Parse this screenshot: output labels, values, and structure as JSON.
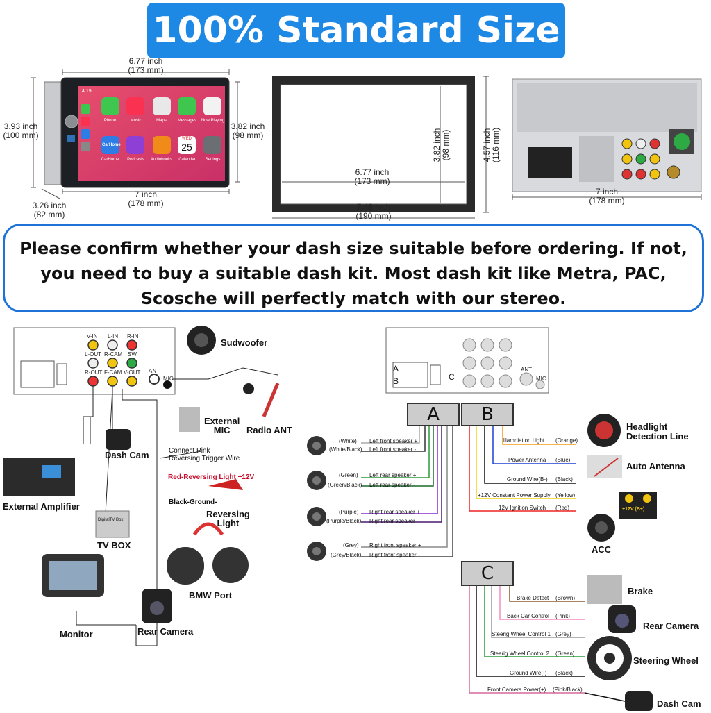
{
  "banner": {
    "title": "100% Standard Size"
  },
  "dimensions": {
    "radio_width": "6.77 inch\n(173 mm)",
    "radio_height": "3.93 inch\n(100 mm)",
    "screen_height": "3.82 inch\n(98 mm)",
    "body_width": "7 inch\n(178 mm)",
    "depth": "3.26 inch\n(82 mm)",
    "frame_inner_height": "3.82 inch\n(98 mm)",
    "frame_inner_width": "6.77 inch\n(173 mm)",
    "frame_outer_height": "4.57 inch\n(116 mm)",
    "frame_outer_width": "7.48 inch\n(190 mm)",
    "back_width": "7 inch\n(178 mm)"
  },
  "screen": {
    "time": "4:19",
    "apps": [
      "Phone",
      "Music",
      "Maps",
      "Messages",
      "Now Playing",
      "CarHome",
      "Podcasts",
      "Audiobooks",
      "Calendar",
      "Settings"
    ],
    "calendar_day": "WED",
    "calendar_date": "25",
    "carhome_text": "CarHome"
  },
  "notice": {
    "text": "Please confirm whether your dash size suitable before ordering. If not, you need to buy a suitable dash kit. Most dash kit like Metra, PAC, Scosche will perfectly match with our stereo."
  },
  "rca_labels": [
    "V-IN",
    "L-IN",
    "R-IN",
    "L-OUT",
    "R-CAM",
    "SW",
    "R-OUT",
    "F-CAM",
    "V-OUT"
  ],
  "ant_label": "ANT",
  "mic_label": "MIC",
  "left_diagram": {
    "subwoofer": "Sudwoofer",
    "external_mic": "External\nMIC",
    "radio_ant": "Radio ANT",
    "dash_cam": "Dash Cam",
    "connect_pink": "Connect Pink\nReversing Trigger Wire",
    "red_reversing": "Red-Reversing Light +12V",
    "black_ground": "Black-Ground-",
    "reversing_light": "Reversing\nLight",
    "external_amplifier": "External Amplifier",
    "tv_box": "TV BOX",
    "tv_box_device": "DigitalTV Box",
    "bmw_port": "BMW Port",
    "monitor": "Monitor",
    "rear_camera": "Rear Camera"
  },
  "right_diagram": {
    "sections": [
      "A",
      "B",
      "C"
    ],
    "port_a": "A",
    "port_b": "B",
    "port_c": "C",
    "speakers": [
      {
        "color": "(White)",
        "label": "Left front speaker +"
      },
      {
        "color": "(White/Black)",
        "label": "Left front speaker -"
      },
      {
        "color": "(Green)",
        "label": "Left rear speaker +"
      },
      {
        "color": "(Green/Black)",
        "label": "Left rear speaker -"
      },
      {
        "color": "(Purple)",
        "label": "Right rear speaker +"
      },
      {
        "color": "(Purple/Black)",
        "label": "Right rear speaker -"
      },
      {
        "color": "(Grey)",
        "label": "Right front speaker +"
      },
      {
        "color": "(Grey/Black)",
        "label": "Right front speaker -"
      }
    ],
    "b_wires": [
      {
        "label": "Illamniation Light",
        "color": "(Orange)"
      },
      {
        "label": "Power Antenna",
        "color": "(Blue)"
      },
      {
        "label": "Ground Wire(B-)",
        "color": "(Black)"
      },
      {
        "label": "+12V Constant Power Supply",
        "color": "(Yellow)"
      },
      {
        "label": "12V Ignition Switch",
        "color": "(Red)"
      }
    ],
    "c_wires": [
      {
        "label": "Brake Detect",
        "color": "(Brown)"
      },
      {
        "label": "Back Car Control",
        "color": "(Pink)"
      },
      {
        "label": "Steerig Wheel Control 1",
        "color": "(Grey)"
      },
      {
        "label": "Steerig Wheel Control 2",
        "color": "(Green)"
      },
      {
        "label": "Ground Wire(-)",
        "color": "(Black)"
      },
      {
        "label": "Front Camera Power(+)",
        "color": "(Pink/Black)"
      }
    ],
    "headlight": "Headlight\nDetection Line",
    "auto_antenna": "Auto Antenna",
    "battery": "+12V (B+)",
    "acc": "ACC",
    "brake": "Brake",
    "rear_camera": "Rear Camera",
    "steering_wheel": "Steering Wheel",
    "dash_cam": "Dash Cam"
  }
}
